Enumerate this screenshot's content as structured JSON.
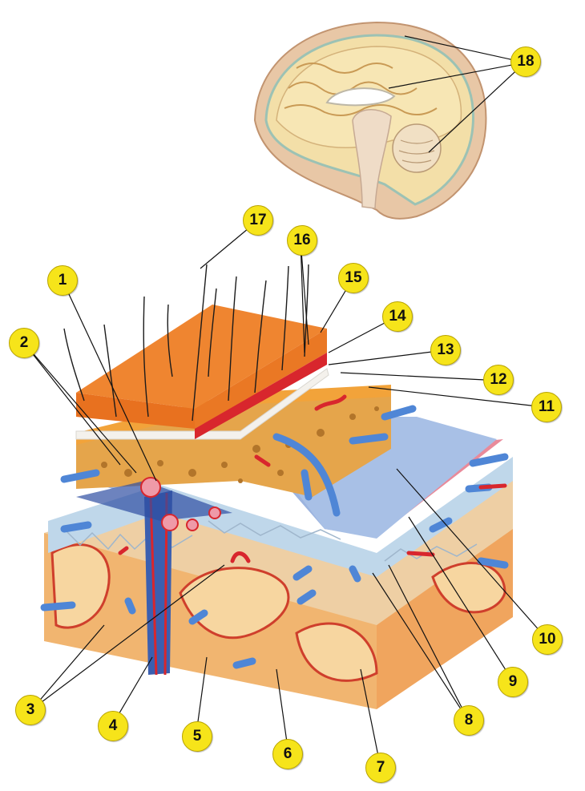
{
  "diagram": {
    "callouts": [
      "1",
      "2",
      "3",
      "4",
      "5",
      "6",
      "7",
      "8",
      "9",
      "10",
      "11",
      "12",
      "13",
      "14",
      "15",
      "16",
      "17",
      "18"
    ]
  },
  "colors": {
    "callout_fill": "#f6e41a",
    "skin": "#ee7d2a",
    "dermis_red": "#d8262d",
    "bone": "#e59f3b",
    "dura_blue": "#9cb4df",
    "arachnoid_pink": "#e98a9a",
    "cortex": "#f3b46a",
    "vein_blue": "#4f86d6",
    "artery_red": "#d8262d"
  }
}
